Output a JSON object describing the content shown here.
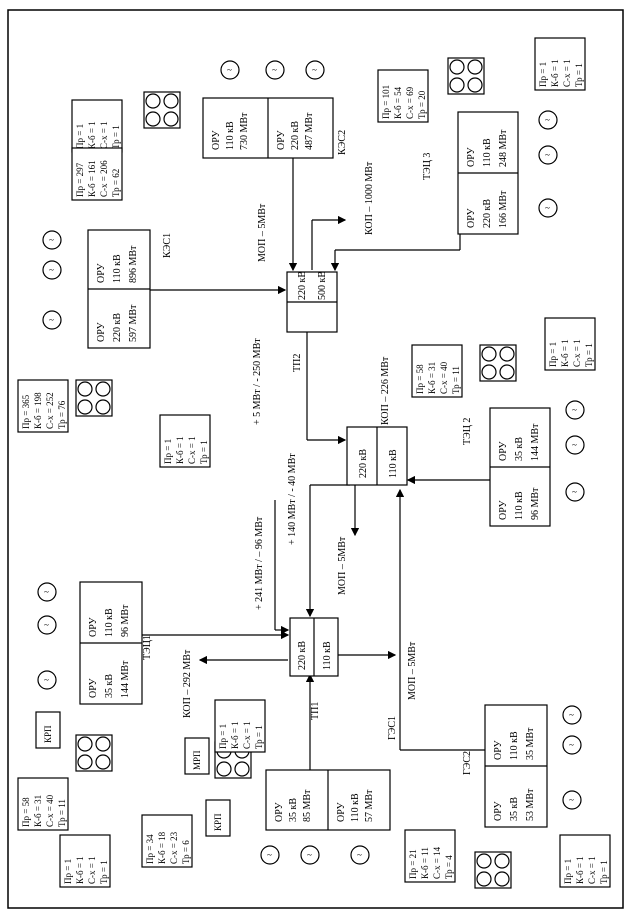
{
  "orientation": "rotated-90-ccw",
  "blocks": [
    {
      "id": "kes2",
      "name": "КЭС2",
      "oru": [
        {
          "label": "ОРУ",
          "v": "110 кВ",
          "p": "730 МВт"
        },
        {
          "label": "ОРУ",
          "v": "220 кВ",
          "p": "487 МВт"
        }
      ],
      "cons": [
        "Пр = 1",
        "К-б = 1",
        "С-х = 1",
        "Тр = 1"
      ],
      "cons2": [
        "Пр = 297",
        "К-б = 161",
        "С-х = 206",
        "Тр = 62"
      ]
    },
    {
      "id": "kes1",
      "name": "КЭС1",
      "oru": [
        {
          "label": "ОРУ",
          "v": "110 кВ",
          "p": "896 МВт"
        },
        {
          "label": "ОРУ",
          "v": "220 кВ",
          "p": "597 МВт"
        }
      ],
      "cons": [
        "Пр = 365",
        "К-б = 198",
        "С-х = 252",
        "Тр = 76"
      ],
      "cons2": [
        "Пр = 1",
        "К-б = 1",
        "С-х = 1",
        "Тр = 1"
      ]
    },
    {
      "id": "tec3",
      "name": "ТЭЦ 3",
      "oru": [
        {
          "label": "ОРУ",
          "v": "110 кВ",
          "p": "248 МВт"
        },
        {
          "label": "ОРУ",
          "v": "220 кВ",
          "p": "166 МВт"
        }
      ],
      "cons": [
        "Пр = 101",
        "К-б = 54",
        "С-х = 69",
        "Тр = 20"
      ],
      "cons2": [
        "Пр = 1",
        "К-б = 1",
        "С-х = 1",
        "Тр = 1"
      ]
    },
    {
      "id": "tec2",
      "name": "ТЭЦ 2",
      "oru": [
        {
          "label": "ОРУ",
          "v": "35 кВ",
          "p": "144 МВт"
        },
        {
          "label": "ОРУ",
          "v": "110 кВ",
          "p": "96 МВт"
        }
      ],
      "cons": [
        "Пр = 58",
        "К-б = 31",
        "С-х = 40",
        "Тр = 11"
      ],
      "cons2": [
        "Пр = 1",
        "К-б = 1",
        "С-х = 1",
        "Тр = 1"
      ]
    },
    {
      "id": "tec1",
      "name": "ТЭЦ1",
      "oru": [
        {
          "label": "ОРУ",
          "v": "110 кВ",
          "p": "96 МВт"
        },
        {
          "label": "ОРУ",
          "v": "35 кВ",
          "p": "144 МВт"
        }
      ],
      "cons": [
        "Пр = 58",
        "К-б = 31",
        "С-х = 40",
        "Тр = 11"
      ],
      "cons2": [
        "Пр = 1",
        "К-б = 1",
        "С-х = 1",
        "Тр = 1"
      ]
    },
    {
      "id": "ges1",
      "name": "ГЭС1",
      "oru": [
        {
          "label": "ОРУ",
          "v": "35 кВ",
          "p": "85 МВт"
        },
        {
          "label": "ОРУ",
          "v": "110 кВ",
          "p": "57 МВт"
        }
      ],
      "cons": [
        "Пр = 34",
        "К-б = 18",
        "С-х = 23",
        "Тр = 6"
      ],
      "cons2": [
        "Пр = 1",
        "К-б = 1",
        "С-х = 1",
        "Тр = 1"
      ]
    },
    {
      "id": "ges2",
      "name": "ГЭС2",
      "oru": [
        {
          "label": "ОРУ",
          "v": "110 кВ",
          "p": "35 МВт"
        },
        {
          "label": "ОРУ",
          "v": "35 кВ",
          "p": "53 МВт"
        }
      ],
      "cons": [
        "Пр = 21",
        "К-б = 11",
        "С-х = 14",
        "Тр = 4"
      ],
      "cons2": [
        "Пр = 1",
        "К-б = 1",
        "С-х = 1",
        "Тр = 1"
      ]
    }
  ],
  "substations": [
    {
      "id": "tp2",
      "name": "ТП2",
      "a": "220 кВ",
      "b": "500 кВ"
    },
    {
      "id": "tp3",
      "a": "220 кВ",
      "b": "110 кВ"
    },
    {
      "id": "tp1",
      "name": "ТП1",
      "a": "220 кВ",
      "b": "110 кВ"
    }
  ],
  "flows": {
    "mop5_top": "МОП – 5МВт",
    "kop1000": "КОП – 1000 МВт",
    "f_5_250": "+ 5 МВт / - 250 МВт",
    "kop226": "КОП – 226 МВт",
    "f_140_40": "+ 140 МВт / - 40 МВт",
    "mop5_mid": "МОП – 5МВт",
    "f_241_96": "+ 241 МВт / – 96 МВт",
    "kop292": "КОП – 292 МВт",
    "mop5_bot": "МОП – 5МВт"
  },
  "labels": {
    "krp": "КРП",
    "mrp": "МРП"
  }
}
